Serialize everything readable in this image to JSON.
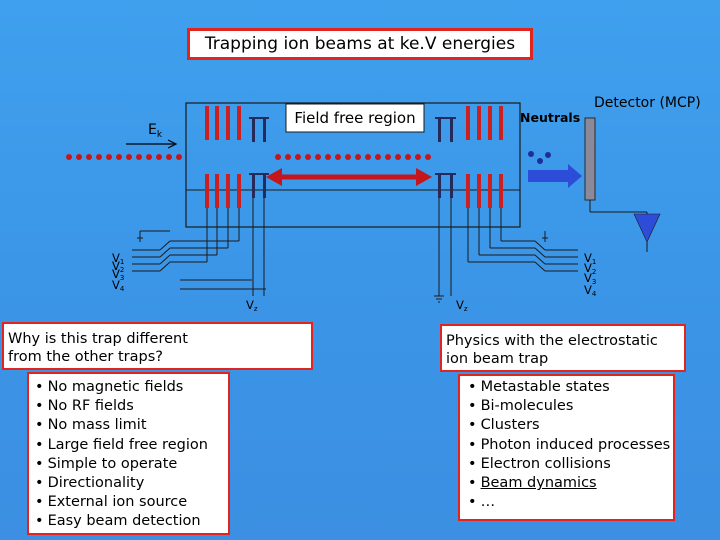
{
  "title": "Trapping ion beams at ke.V energies",
  "diagram": {
    "ek_label": "E",
    "ek_sub": "k",
    "field_free_label": "Field free region",
    "neutrals_label": "Neutrals",
    "detector_label": "Detector (MCP)",
    "left_voltages": [
      "V",
      "V",
      "V",
      "V"
    ],
    "left_voltage_subs": [
      "1",
      "2",
      "3",
      "4"
    ],
    "right_voltages": [
      "V",
      "V",
      "V",
      "V"
    ],
    "right_voltage_subs": [
      "1",
      "2",
      "3",
      "4"
    ],
    "vz_label": "V",
    "vz_sub": "z",
    "colors": {
      "electrode_red": "#cc1f1f",
      "electrode_dark": "#262a5a",
      "beam": "#c5161b",
      "neutral": "#1f2d9a",
      "arrow_blue": "#2d4cd8",
      "detector": "#8a8a9a"
    }
  },
  "question_box": {
    "line1": "Why is this trap different",
    "line2": "from the other traps?"
  },
  "advantages": [
    "No magnetic fields",
    "No RF fields",
    "No mass limit",
    "Large field free region",
    "Simple to operate",
    "Directionality",
    "External ion source",
    "Easy beam detection"
  ],
  "physics_box": {
    "line1": "Physics with the electrostatic",
    "line2": "ion beam trap"
  },
  "physics_topics": [
    "Metastable states",
    "Bi-molecules",
    "Clusters",
    "Photon induced processes",
    "Electron collisions",
    "Beam dynamics",
    "…"
  ],
  "bullet": "•"
}
